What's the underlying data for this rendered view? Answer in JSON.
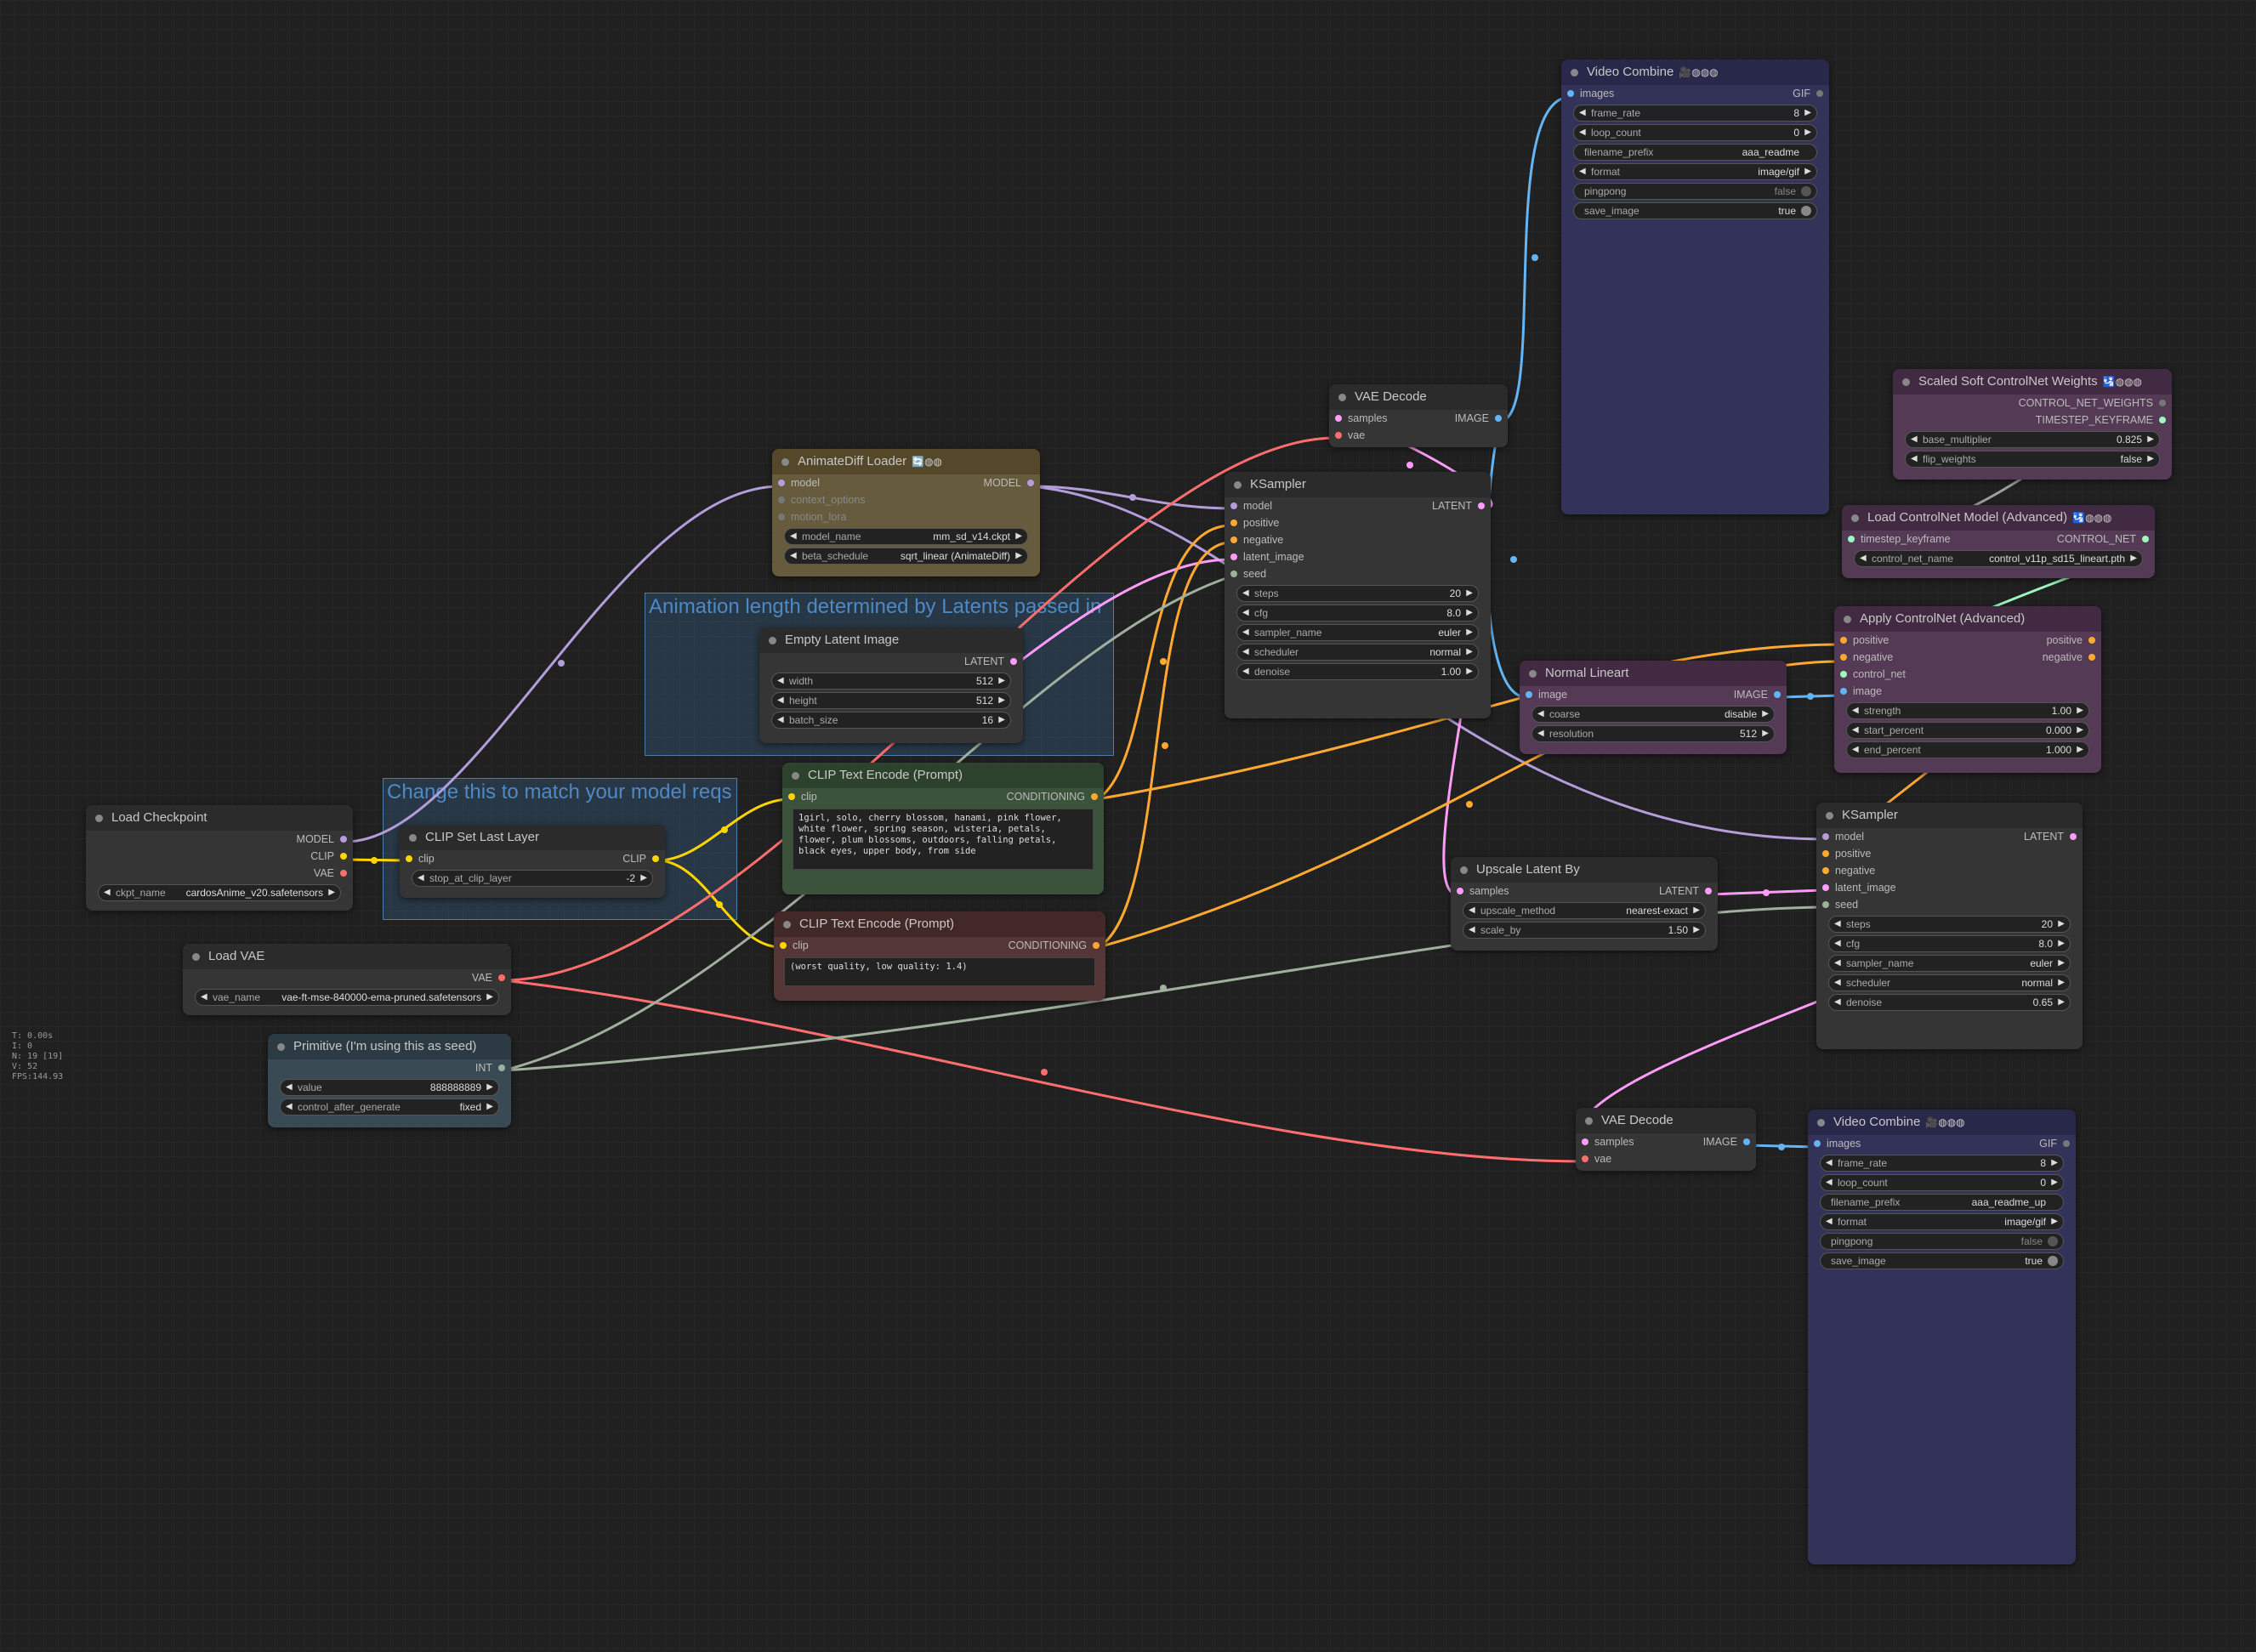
{
  "colors": {
    "model": "#b39ddb",
    "clip": "#ffd500",
    "vae": "#ff6e6e",
    "latent": "#ff9cf9",
    "conditioning": "#ffa931",
    "image": "#64b5f6",
    "int": "#a1b09e",
    "control": "#9df7bf"
  },
  "groups": {
    "animation": "Animation length determined by Latents passed in",
    "clip_skip": "Change this to match your model reqs"
  },
  "nodes": {
    "load_checkpoint": {
      "title": "Load Checkpoint",
      "out_model": "MODEL",
      "out_clip": "CLIP",
      "out_vae": "VAE",
      "ckpt_label": "ckpt_name",
      "ckpt_value": "cardosAnime_v20.safetensors"
    },
    "clip_set_last_layer": {
      "title": "CLIP Set Last Layer",
      "in_clip": "clip",
      "out_clip": "CLIP",
      "stop_label": "stop_at_clip_layer",
      "stop_value": "-2"
    },
    "load_vae": {
      "title": "Load VAE",
      "out_vae": "VAE",
      "vae_label": "vae_name",
      "vae_value": "vae-ft-mse-840000-ema-pruned.safetensors"
    },
    "primitive": {
      "title": "Primitive (I'm using this as seed)",
      "out_int": "INT",
      "value_label": "value",
      "value_value": "888888889",
      "cag_label": "control_after_generate",
      "cag_value": "fixed"
    },
    "animatediff_loader": {
      "title": "AnimateDiff Loader",
      "badge": "🔄◍◍",
      "in_model": "model",
      "in_context": "context_options",
      "in_motion": "motion_lora",
      "out_model": "MODEL",
      "model_label": "model_name",
      "model_value": "mm_sd_v14.ckpt",
      "beta_label": "beta_schedule",
      "beta_value": "sqrt_linear (AnimateDiff)"
    },
    "empty_latent": {
      "title": "Empty Latent Image",
      "out_latent": "LATENT",
      "width_label": "width",
      "width_value": "512",
      "height_label": "height",
      "height_value": "512",
      "batch_label": "batch_size",
      "batch_value": "16"
    },
    "clip_pos": {
      "title": "CLIP Text Encode (Prompt)",
      "in_clip": "clip",
      "out_cond": "CONDITIONING",
      "text": "1girl, solo, cherry blossom, hanami, pink flower, white flower, spring season, wisteria, petals, flower, plum blossoms, outdoors, falling petals, black eyes, upper body, from side"
    },
    "clip_neg": {
      "title": "CLIP Text Encode (Prompt)",
      "in_clip": "clip",
      "out_cond": "CONDITIONING",
      "text": "(worst quality, low quality: 1.4)"
    },
    "vae_decode_1": {
      "title": "VAE Decode",
      "in_samples": "samples",
      "in_vae": "vae",
      "out_image": "IMAGE"
    },
    "ksampler_1": {
      "title": "KSampler",
      "in_model": "model",
      "in_positive": "positive",
      "in_negative": "negative",
      "in_latent": "latent_image",
      "in_seed": "seed",
      "out_latent": "LATENT",
      "steps_label": "steps",
      "steps_value": "20",
      "cfg_label": "cfg",
      "cfg_value": "8.0",
      "sampler_label": "sampler_name",
      "sampler_value": "euler",
      "scheduler_label": "scheduler",
      "scheduler_value": "normal",
      "denoise_label": "denoise",
      "denoise_value": "1.00"
    },
    "video_combine_1": {
      "title": "Video Combine",
      "badge": "🎥◍◍◍",
      "in_images": "images",
      "out_gif": "GIF",
      "fr_label": "frame_rate",
      "fr_value": "8",
      "loop_label": "loop_count",
      "loop_value": "0",
      "prefix_label": "filename_prefix",
      "prefix_value": "aaa_readme",
      "format_label": "format",
      "format_value": "image/gif",
      "ping_label": "pingpong",
      "ping_value": "false",
      "save_label": "save_image",
      "save_value": "true"
    },
    "scaled_soft": {
      "title": "Scaled Soft ControlNet Weights",
      "badge": "🛂◍◍◍",
      "out_weights": "CONTROL_NET_WEIGHTS",
      "out_timestep": "TIMESTEP_KEYFRAME",
      "mult_label": "base_multiplier",
      "mult_value": "0.825",
      "flip_label": "flip_weights",
      "flip_value": "false"
    },
    "load_controlnet": {
      "title": "Load ControlNet Model (Advanced)",
      "badge": "🛂◍◍◍",
      "in_timestep": "timestep_keyframe",
      "out_cn": "CONTROL_NET",
      "cn_label": "control_net_name",
      "cn_value": "control_v11p_sd15_lineart.pth"
    },
    "apply_controlnet": {
      "title": "Apply ControlNet (Advanced)",
      "in_positive": "positive",
      "in_negative": "negative",
      "in_cn": "control_net",
      "in_image": "image",
      "out_positive": "positive",
      "out_negative": "negative",
      "strength_label": "strength",
      "strength_value": "1.00",
      "start_label": "start_percent",
      "start_value": "0.000",
      "end_label": "end_percent",
      "end_value": "1.000"
    },
    "normal_lineart": {
      "title": "Normal Lineart",
      "in_image": "image",
      "out_image": "IMAGE",
      "coarse_label": "coarse",
      "coarse_value": "disable",
      "res_label": "resolution",
      "res_value": "512"
    },
    "upscale_latent": {
      "title": "Upscale Latent By",
      "in_samples": "samples",
      "out_latent": "LATENT",
      "method_label": "upscale_method",
      "method_value": "nearest-exact",
      "scale_label": "scale_by",
      "scale_value": "1.50"
    },
    "ksampler_2": {
      "title": "KSampler",
      "in_model": "model",
      "in_positive": "positive",
      "in_negative": "negative",
      "in_latent": "latent_image",
      "in_seed": "seed",
      "out_latent": "LATENT",
      "steps_label": "steps",
      "steps_value": "20",
      "cfg_label": "cfg",
      "cfg_value": "8.0",
      "sampler_label": "sampler_name",
      "sampler_value": "euler",
      "scheduler_label": "scheduler",
      "scheduler_value": "normal",
      "denoise_label": "denoise",
      "denoise_value": "0.65"
    },
    "vae_decode_2": {
      "title": "VAE Decode",
      "in_samples": "samples",
      "in_vae": "vae",
      "out_image": "IMAGE"
    },
    "video_combine_2": {
      "title": "Video Combine",
      "badge": "🎥◍◍◍",
      "in_images": "images",
      "out_gif": "GIF",
      "fr_label": "frame_rate",
      "fr_value": "8",
      "loop_label": "loop_count",
      "loop_value": "0",
      "prefix_label": "filename_prefix",
      "prefix_value": "aaa_readme_up",
      "format_label": "format",
      "format_value": "image/gif",
      "ping_label": "pingpong",
      "ping_value": "false",
      "save_label": "save_image",
      "save_value": "true"
    }
  },
  "stats": {
    "t": "T: 0.00s",
    "i": "I: 0",
    "n": "N: 19 [19]",
    "v": "V: 52",
    "fps": "FPS:144.93"
  }
}
